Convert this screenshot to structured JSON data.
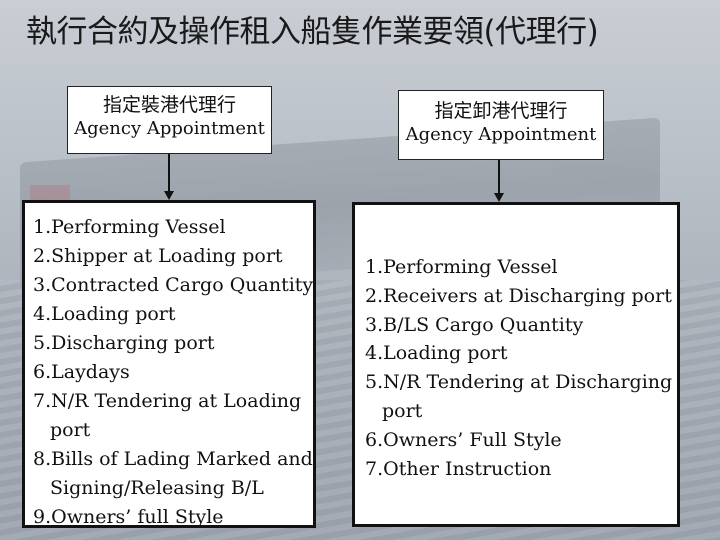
{
  "title": "執行合約及操作租入船隻作業要領(代理行)",
  "left": {
    "header_zh": "指定裝港代理行",
    "header_en": "Agency Appointment",
    "items": [
      "1.Performing Vessel",
      "2.Shipper at Loading port",
      "3.Contracted Cargo Quantity",
      "4.Loading port",
      "5.Discharging port",
      "6.Laydays",
      "7.N/R Tendering at Loading",
      "port",
      "8.Bills of Lading Marked and",
      "Signing/Releasing B/L",
      "9.Owners’ full Style"
    ]
  },
  "right": {
    "header_zh": "指定卸港代理行",
    "header_en": "Agency Appointment",
    "items": [
      "1.Performing Vessel",
      "2.Receivers at Discharging port",
      "3.B/LS Cargo Quantity",
      "4.Loading port",
      "5.N/R Tendering at Discharging",
      "port",
      "6.Owners’ Full Style",
      "7.Other Instruction"
    ]
  }
}
